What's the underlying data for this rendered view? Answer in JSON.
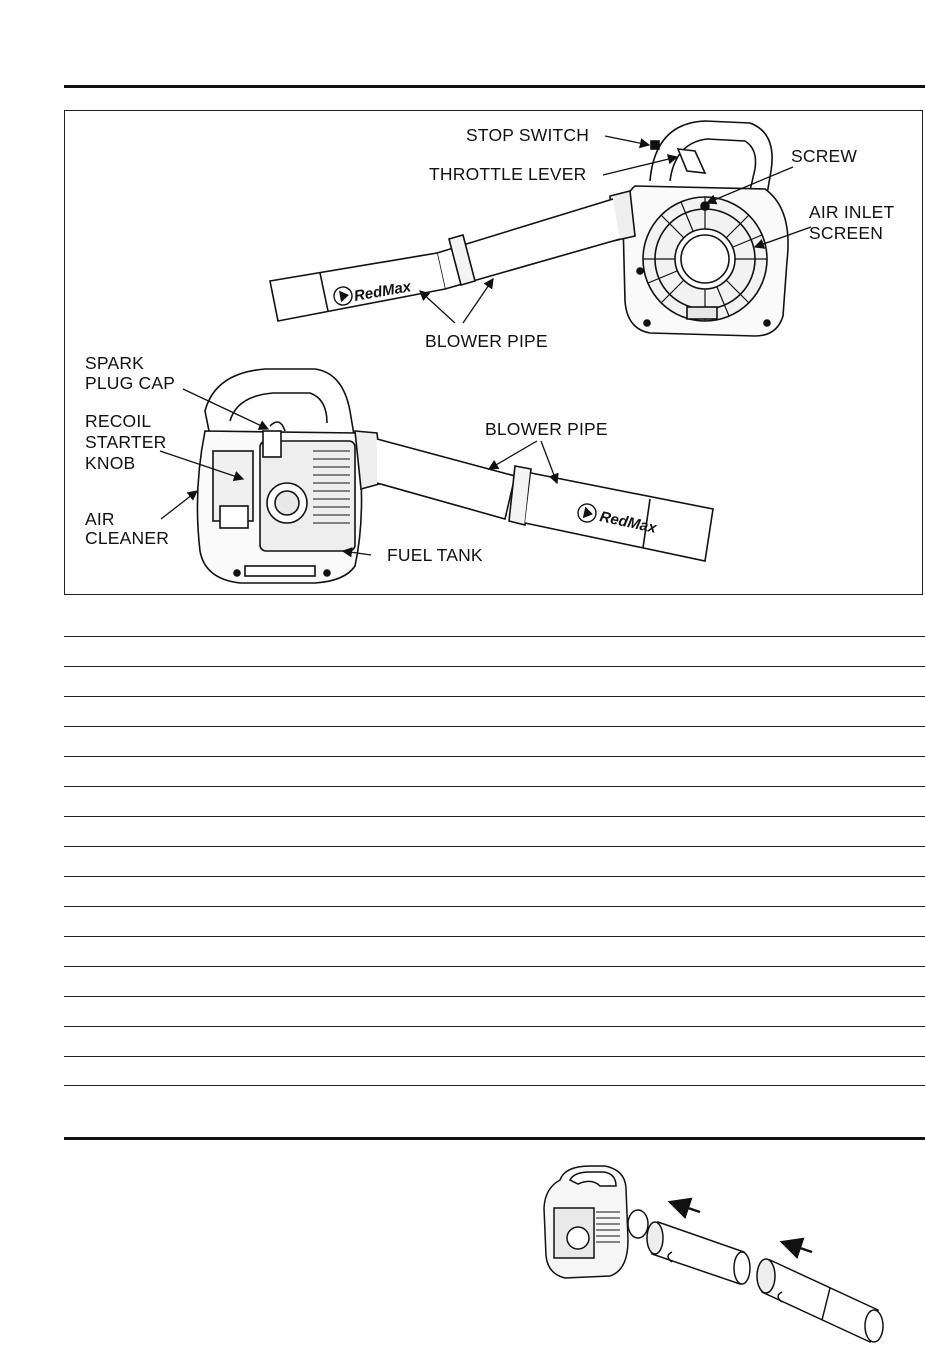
{
  "figure": {
    "callouts": {
      "stop_switch": "STOP SWITCH",
      "throttle_lever": "THROTTLE LEVER",
      "screw": "SCREW",
      "air_inlet_screen_1": "AIR INLET",
      "air_inlet_screen_2": "SCREEN",
      "blower_pipe_top": "BLOWER PIPE",
      "spark_plug_cap_1": "SPARK",
      "spark_plug_cap_2": "PLUG CAP",
      "recoil_starter_knob_1": "RECOIL",
      "recoil_starter_knob_2": "STARTER",
      "recoil_starter_knob_3": "KNOB",
      "air_cleaner_1": "AIR",
      "air_cleaner_2": "CLEANER",
      "blower_pipe_bottom": "BLOWER PIPE",
      "fuel_tank": "FUEL TANK"
    },
    "brand_mark": "RedMax"
  },
  "table": {
    "row_count": 15
  }
}
